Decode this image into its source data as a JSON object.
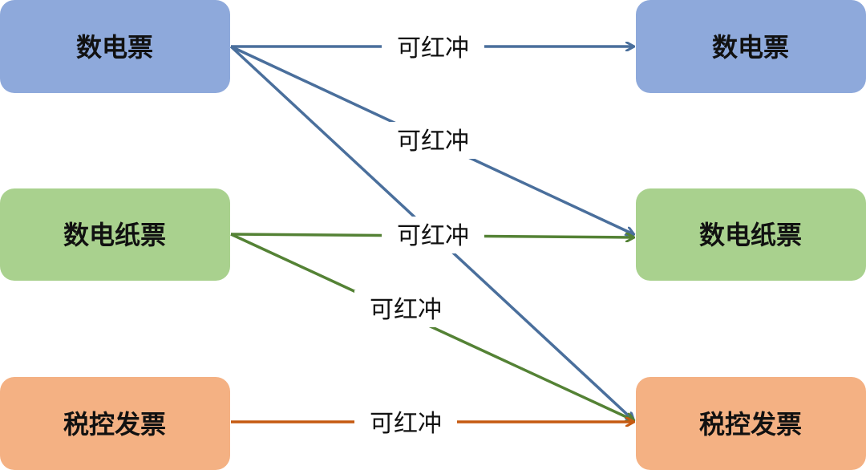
{
  "colors": {
    "blue_box": "#8EA9DB",
    "green_box": "#A9D18E",
    "orange_box": "#F4B183",
    "blue_line": "#4A6F9C",
    "green_line": "#548235",
    "orange_line": "#C55A11"
  },
  "nodes": {
    "left_digital": "数电票",
    "left_digital_paper": "数电纸票",
    "left_taxcontrol": "税控发票",
    "right_digital": "数电票",
    "right_digital_paper": "数电纸票",
    "right_taxcontrol": "税控发票"
  },
  "edges": [
    {
      "from": "数电票",
      "to": "数电票",
      "label": "可红冲",
      "color": "blue"
    },
    {
      "from": "数电票",
      "to": "数电纸票",
      "label": "可红冲",
      "color": "blue"
    },
    {
      "from": "数电票",
      "to": "税控发票",
      "label": "可红冲",
      "color": "blue"
    },
    {
      "from": "数电纸票",
      "to": "数电纸票",
      "label": "可红冲",
      "color": "green"
    },
    {
      "from": "数电纸票",
      "to": "税控发票",
      "label": "可红冲",
      "color": "green"
    },
    {
      "from": "税控发票",
      "to": "税控发票",
      "label": "可红冲",
      "color": "orange"
    }
  ]
}
